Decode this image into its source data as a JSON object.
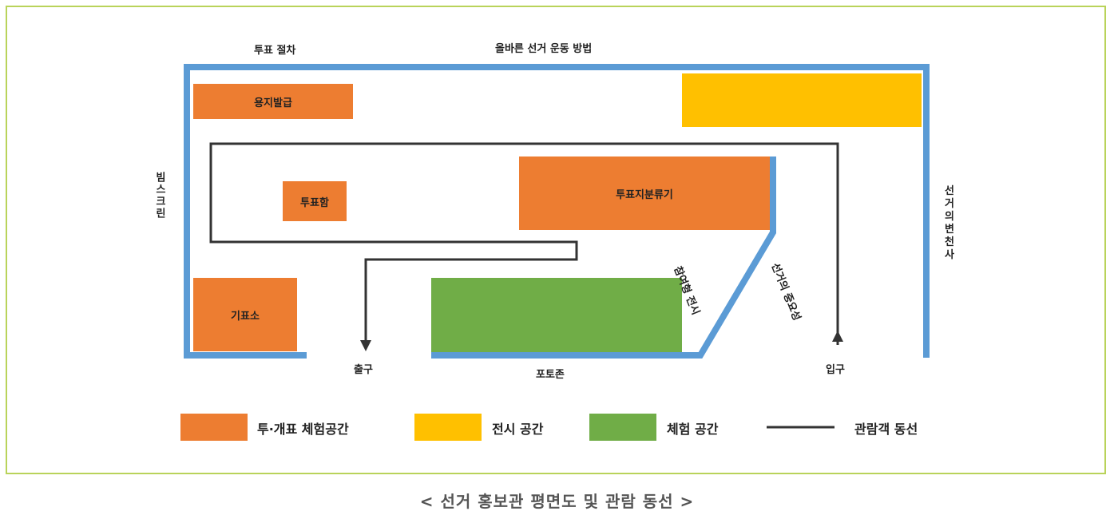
{
  "labels": {
    "vote_procedure": "투표 절차",
    "campaign_method": "올바른 선거 운동 방법",
    "beam_screen": "빔스크린",
    "election_history": "선거의 변천사",
    "ballot_issue": "용지발급",
    "ballot_box": "투표함",
    "ballot_sorter": "투표지분류기",
    "voting_booth": "기표소",
    "exit": "출구",
    "photo_zone": "포토존",
    "entrance": "입구",
    "participatory_exhibit": "참여형 전시",
    "importance_of_election": "선거의 중요성"
  },
  "legend": [
    {
      "label": "투·개표 체험공간",
      "color": "#ed7d31"
    },
    {
      "label": "전시 공간",
      "color": "#ffc000"
    },
    {
      "label": "체험 공간",
      "color": "#70ad47"
    },
    {
      "label": "관람객 동선",
      "color": "#333333"
    }
  ],
  "caption": "< 선거 홍보관 평면도 및 관람 동선 >",
  "colors": {
    "wall": "#5b9bd5",
    "frame": "#b9d35a"
  }
}
